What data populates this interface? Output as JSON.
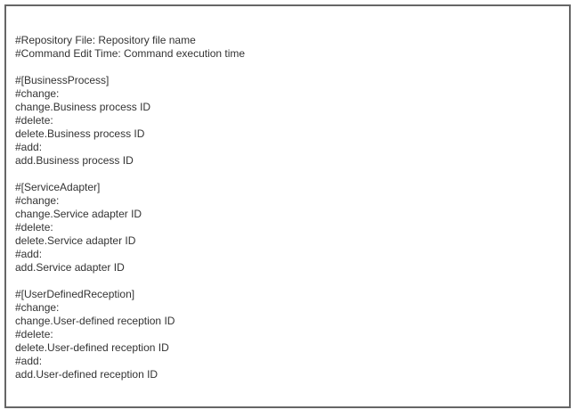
{
  "page": {
    "background_color": "#ffffff",
    "border_color": "#666666",
    "text_color": "#333333"
  },
  "file_listing": {
    "header": {
      "repository_file_line": "#Repository File: Repository file name",
      "command_edit_time_line": "#Command Edit Time: Command execution time"
    },
    "sections": [
      {
        "title": "#[BusinessProcess]",
        "entries": [
          "#change:",
          "change.Business process ID",
          "#delete:",
          "delete.Business process ID",
          "#add:",
          "add.Business process ID"
        ]
      },
      {
        "title": "#[ServiceAdapter]",
        "entries": [
          "#change:",
          "change.Service adapter ID",
          "#delete:",
          "delete.Service adapter ID",
          "#add:",
          "add.Service adapter ID"
        ]
      },
      {
        "title": "#[UserDefinedReception]",
        "entries": [
          "#change:",
          "change.User-defined reception ID",
          "#delete:",
          "delete.User-defined reception ID",
          "#add:",
          "add.User-defined reception ID"
        ]
      }
    ],
    "blank_line": ""
  }
}
